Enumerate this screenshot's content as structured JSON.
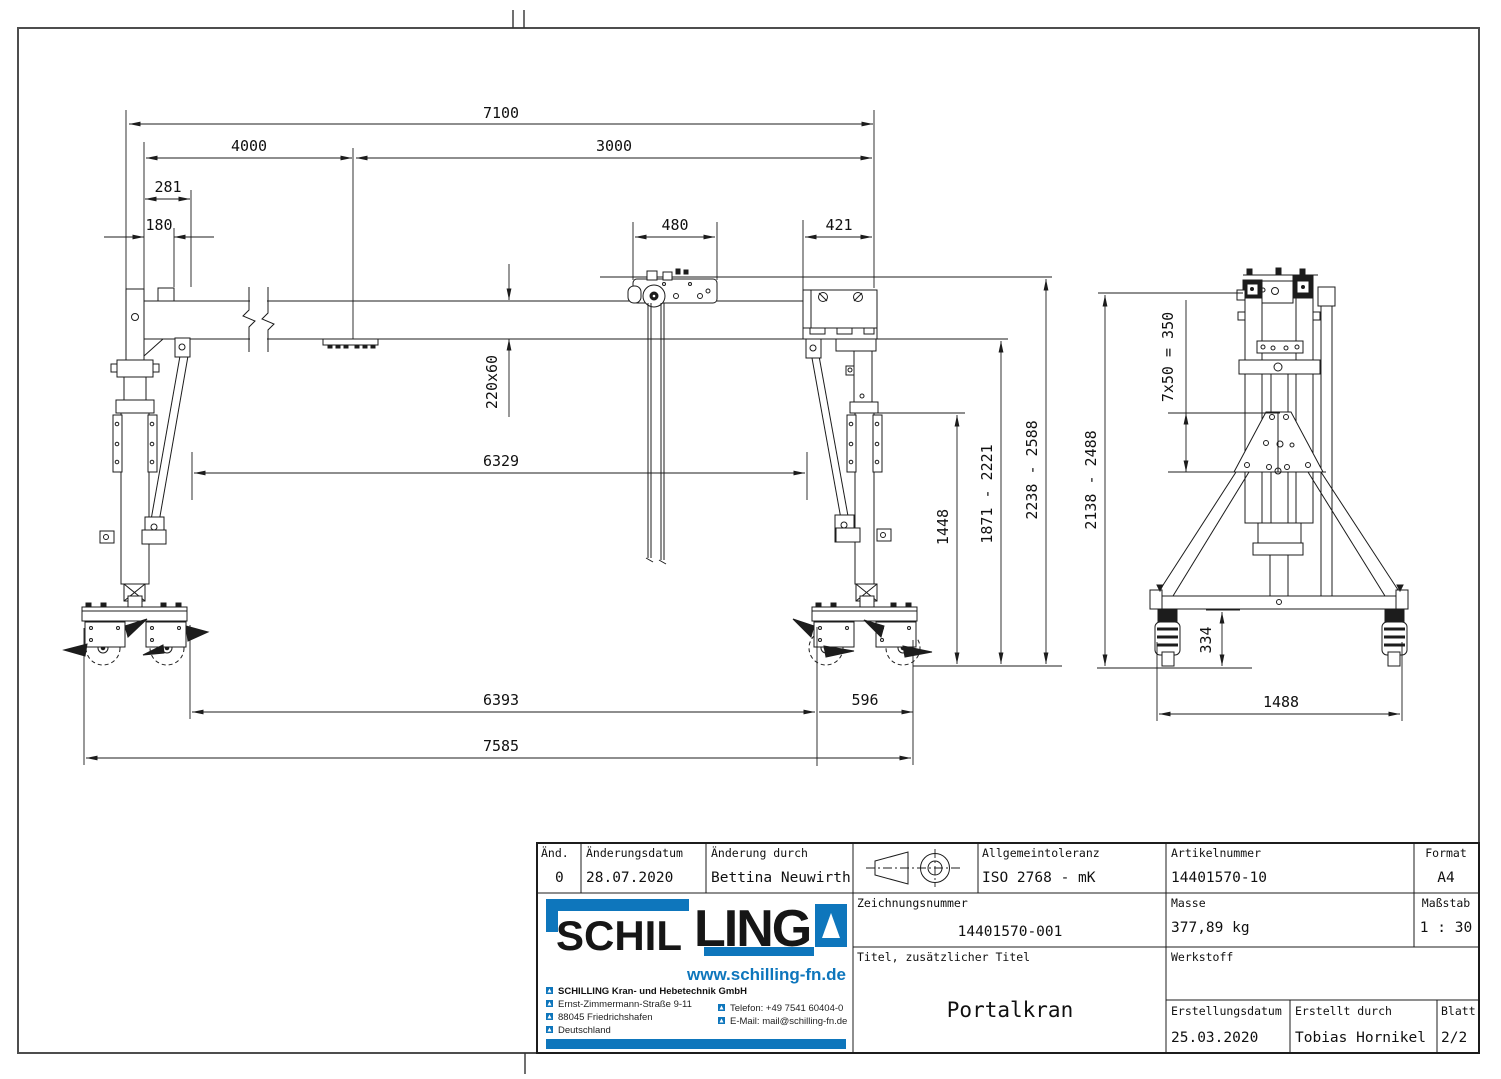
{
  "front_view": {
    "dims": {
      "d7100": "7100",
      "d4000": "4000",
      "d3000": "3000",
      "d281": "281",
      "d180": "180",
      "d480": "480",
      "d421": "421",
      "section": "220x60",
      "d6329": "6329",
      "d1448": "1448",
      "r1871": "1871 - 2221",
      "r2238": "2238 - 2588",
      "d6393": "6393",
      "d596": "596",
      "d7585": "7585"
    }
  },
  "side_view": {
    "dims": {
      "holes": "7x50 = 350",
      "r2138": "2138 - 2488",
      "d334": "334",
      "d1488": "1488"
    }
  },
  "title_block": {
    "revision": {
      "and_label": "Änd.",
      "date_label": "Änderungsdatum",
      "by_label": "Änderung durch",
      "and": "0",
      "date": "28.07.2020",
      "by": "Bettina Neuwirth"
    },
    "tolerance": {
      "label": "Allgemeintoleranz",
      "value": "ISO 2768 - mK"
    },
    "article": {
      "label": "Artikelnummer",
      "value": "14401570-10"
    },
    "format": {
      "label": "Format",
      "value": "A4"
    },
    "drawing_no": {
      "label": "Zeichnungsnummer",
      "value": "14401570-001"
    },
    "mass": {
      "label": "Masse",
      "value": "377,89 kg"
    },
    "scale": {
      "label": "Maßstab",
      "value": "1 : 30"
    },
    "title": {
      "label": "Titel, zusätzlicher Titel",
      "value": "Portalkran"
    },
    "material": {
      "label": "Werkstoff",
      "value": ""
    },
    "created": {
      "date_label": "Erstellungsdatum",
      "date": "25.03.2020",
      "by_label": "Erstellt durch",
      "by": "Tobias Hornikel",
      "sheet_label": "Blatt",
      "sheet": "2/2"
    },
    "company": {
      "logo_part1": "SCHIL",
      "logo_part2": "LING",
      "website": "www.schilling-fn.de",
      "name": "SCHILLING Kran- und Hebetechnik GmbH",
      "street": "Ernst-Zimmermann-Straße 9-11",
      "city": "88045 Friedrichshafen",
      "country": "Deutschland",
      "phone": "Telefon: +49 7541 60404-0",
      "email": "E-Mail: mail@schilling-fn.de",
      "brand_blue": "#0e76bc"
    }
  }
}
